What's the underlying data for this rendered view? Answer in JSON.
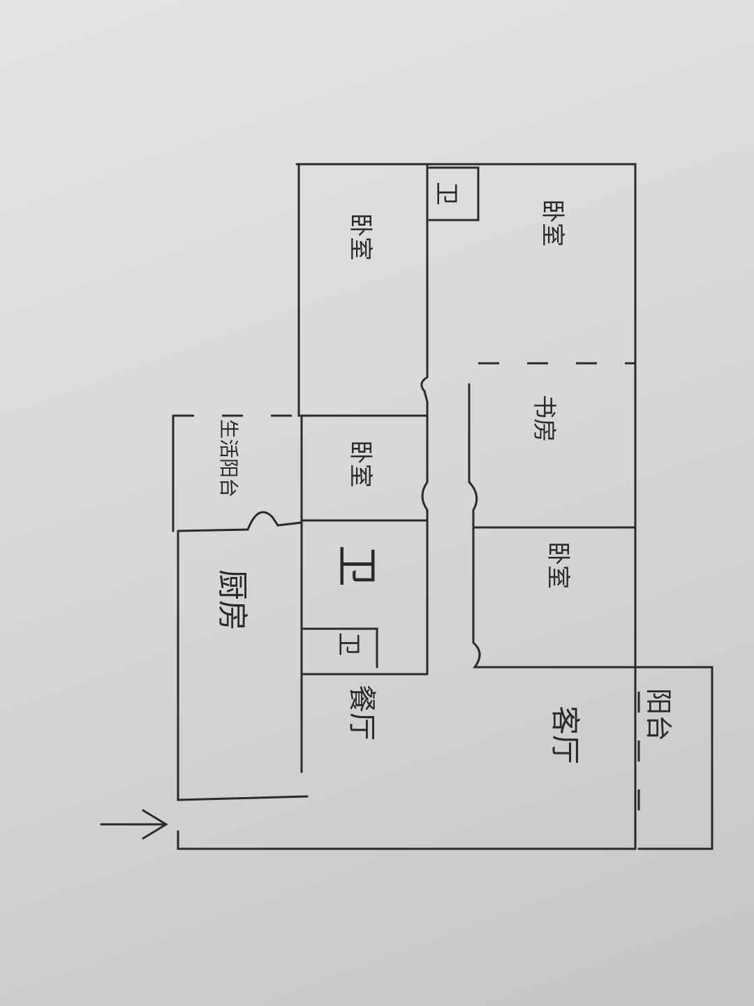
{
  "rooms": {
    "bedroom_top": "卧室",
    "bath_small": "卫",
    "bedroom_left": "卧室",
    "study": "书房",
    "bedroom_mid": "卧室",
    "living_balcony": "生活阳台",
    "bathroom": "卫",
    "toilet": "卫",
    "bedroom_right": "卧室",
    "kitchen": "厨房",
    "dining": "餐厅",
    "living_room": "客厅",
    "balcony": "阳台"
  }
}
